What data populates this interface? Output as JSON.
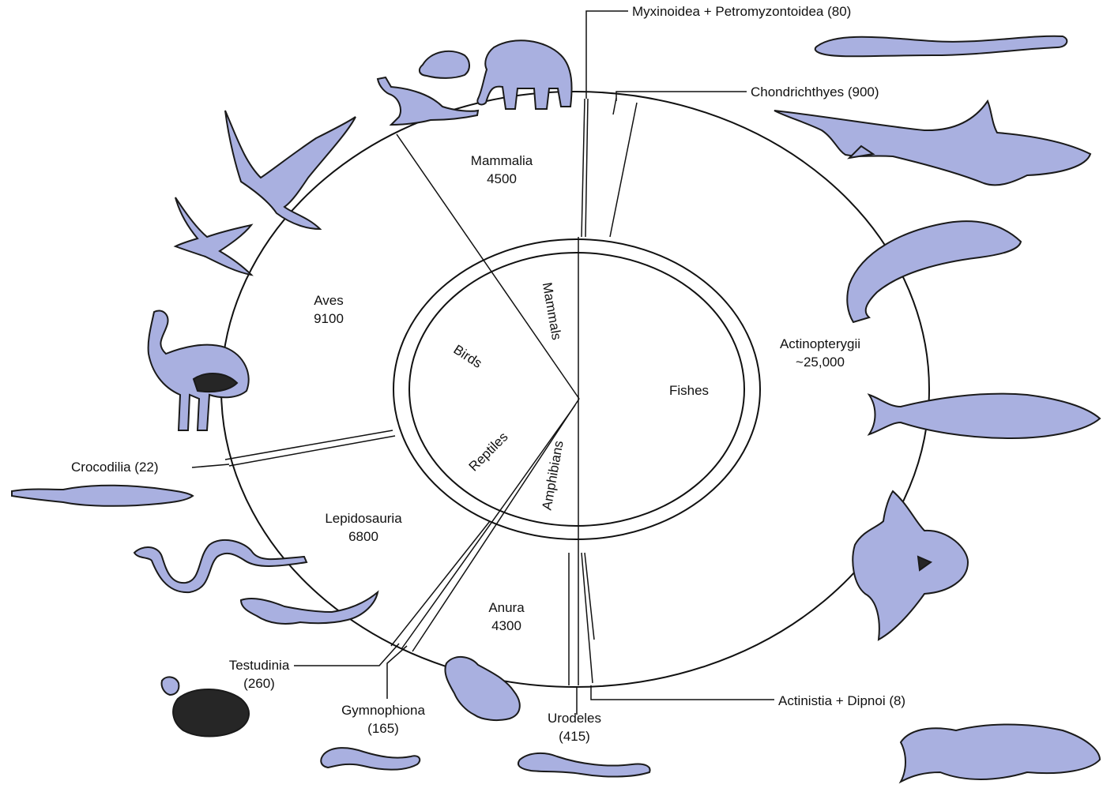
{
  "outer_groups": {
    "mammalia": {
      "name": "Mammalia",
      "count": "4500"
    },
    "aves": {
      "name": "Aves",
      "count": "9100"
    },
    "lepidosauria": {
      "name": "Lepidosauria",
      "count": "6800"
    },
    "anura": {
      "name": "Anura",
      "count": "4300"
    },
    "actinopterygii": {
      "name": "Actinopterygii",
      "count": "~25,000"
    }
  },
  "callouts": {
    "myxinoidea": "Myxinoidea + Petromyzontoidea (80)",
    "chondrichthyes": "Chondrichthyes (900)",
    "crocodilia": "Crocodilia (22)",
    "testudinia_name": "Testudinia",
    "testudinia_count": "(260)",
    "gymnophiona_name": "Gymnophiona",
    "gymnophiona_count": "(165)",
    "urodeles_name": "Urodeles",
    "urodeles_count": "(415)",
    "actinistia": "Actinistia + Dipnoi (8)"
  },
  "inner_groups": {
    "mammals": "Mammals",
    "birds": "Birds",
    "reptiles": "Reptiles",
    "amphibians": "Amphibians",
    "fishes": "Fishes"
  },
  "colors": {
    "animal_fill": "#a9b0e0",
    "outline": "#111111"
  },
  "animal_icons": [
    "lamprey-icon",
    "shark-icon",
    "salmon-icon",
    "mackerel-icon",
    "sunfish-icon",
    "coelacanth-icon",
    "elephant-icon",
    "echidna-icon",
    "kangaroo-icon",
    "eagle-icon",
    "gull-icon",
    "ostrich-icon",
    "crocodile-icon",
    "snake-icon",
    "lizard-icon",
    "turtle-icon",
    "caecilian-icon",
    "frog-icon",
    "salamander-icon"
  ]
}
